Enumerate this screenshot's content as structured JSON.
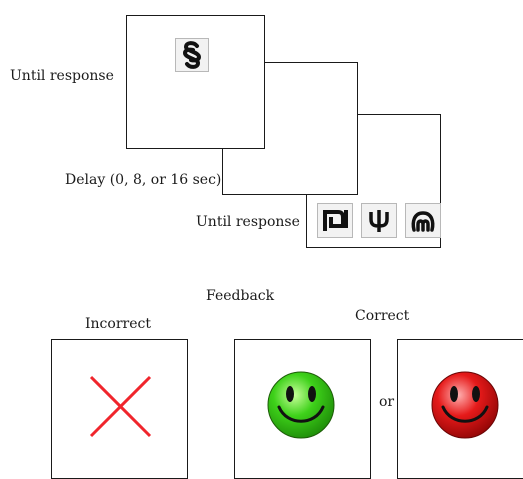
{
  "study_phase": {
    "label": "Until response",
    "sample_stimulus": "symbol-section-icon"
  },
  "delay_phase": {
    "label": "Delay (0, 8, or 16 sec)"
  },
  "test_phase": {
    "label": "Until response",
    "choices": [
      "symbol-shekel-icon",
      "symbol-psi-icon",
      "symbol-omega-icon"
    ]
  },
  "feedback": {
    "title": "Feedback",
    "incorrect_label": "Incorrect",
    "correct_label": "Correct",
    "or_text": "or",
    "incorrect_icon": "red-x-icon",
    "correct_icons": [
      "green-smiley-icon",
      "red-smiley-icon"
    ]
  },
  "colors": {
    "cross": "#f0252c",
    "green_face": "#3ed11a",
    "red_face": "#e61a1a"
  }
}
